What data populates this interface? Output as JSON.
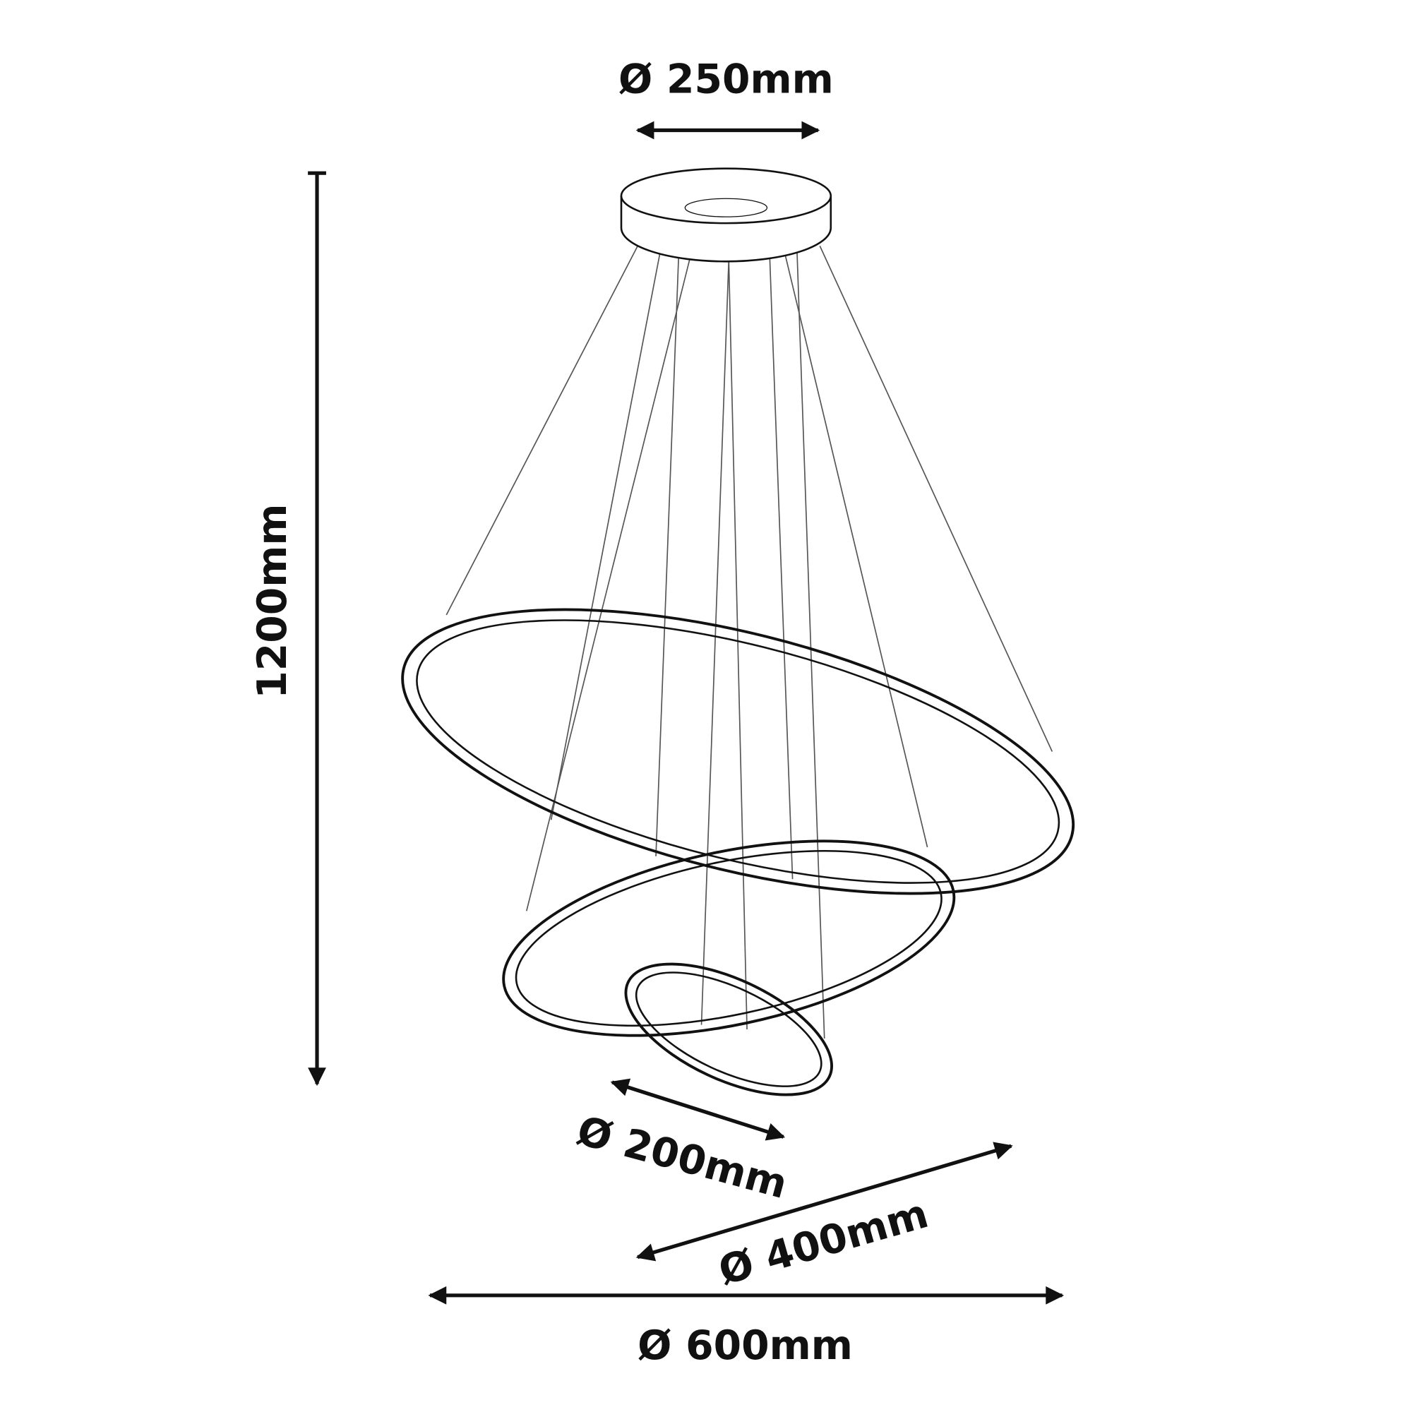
{
  "title": "Pendant lamp dimension drawing",
  "dimensions": {
    "canopy_diameter": "Ø 250mm",
    "total_height": "1200mm",
    "small_ring_diameter": "Ø 200mm",
    "middle_ring_diameter": "Ø 400mm",
    "large_ring_diameter": "Ø 600mm"
  },
  "colors": {
    "line": "#111111",
    "wire": "#555555",
    "background": "#ffffff"
  }
}
